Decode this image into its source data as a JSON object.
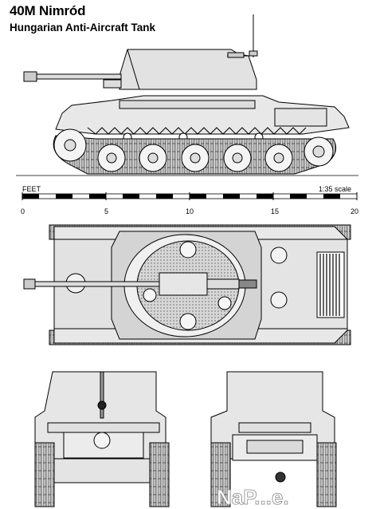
{
  "title": "40M Nimród",
  "subtitle": "Hungarian Anti-Aircraft Tank",
  "scale": {
    "unit_label": "FEET",
    "ratio_label": "1:35 scale",
    "ticks": [
      "0",
      "5",
      "10",
      "15",
      "20"
    ]
  },
  "watermark": "NaP...e.",
  "colors": {
    "ink": "#000000",
    "hull": "#e6e6e6",
    "turret_top": "#d4d4d4",
    "wheels": "#f4f4f4",
    "mesh": "#c8c8c8"
  }
}
